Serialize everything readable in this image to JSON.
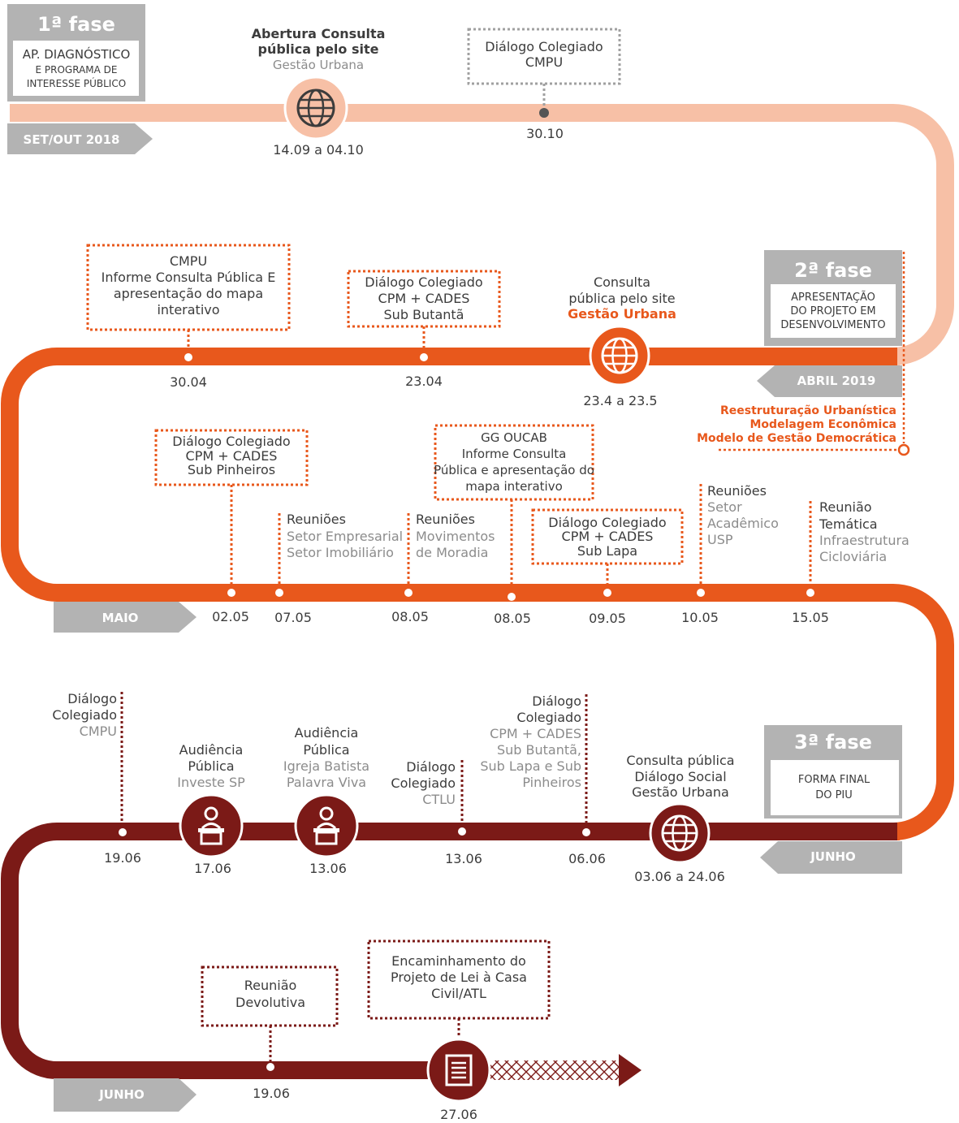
{
  "colors": {
    "phase1": "#f7c0a6",
    "phase2": "#e8581c",
    "phase3": "#7b1a17",
    "gray": "#b3b3b3",
    "text": "#3c3c3c",
    "muted": "#8c8c8c"
  },
  "phase1": {
    "title": "1ª fase",
    "sub1": "AP. DIAGNÓSTICO",
    "sub2": "E PROGRAMA DE",
    "sub3": "INTERESSE PÚBLICO",
    "month": "SET/OUT 2018",
    "ev1": {
      "l1": "Abertura Consulta",
      "l2": "pública pelo site",
      "l3": "Gestão Urbana",
      "date": "14.09 a 04.10",
      "icon": "globe-icon"
    },
    "ev2": {
      "l1": "Diálogo Colegiado",
      "l2": "CMPU",
      "date": "30.10"
    }
  },
  "phase2": {
    "title": "2ª fase",
    "sub1": "APRESENTAÇÃO",
    "sub2": "DO PROJETO EM",
    "sub3": "DESENVOLVIMENTO",
    "month": "ABRIL 2019",
    "notes": [
      "Reestruturação Urbanística",
      "Modelagem Econômica",
      "Modelo de Gestão Democrática"
    ],
    "ev_cmpu": {
      "l1": "CMPU",
      "l2": "Informe Consulta Pública E",
      "l3": "apresentação do mapa",
      "l4": "interativo",
      "date": "30.04"
    },
    "ev_dc": {
      "l1": "Diálogo Colegiado",
      "l2": "CPM + CADES",
      "l3": "Sub Butantã",
      "date": "23.04"
    },
    "ev_site": {
      "l1": "Consulta",
      "l2": "pública pelo site",
      "l3": "Gestão Urbana",
      "date": "23.4 a 23.5",
      "icon": "globe-icon"
    }
  },
  "maio": {
    "month": "MAIO",
    "e0205": {
      "l1": "Diálogo Colegiado",
      "l2": "CPM + CADES",
      "l3": "Sub Pinheiros",
      "date": "02.05"
    },
    "e0705": {
      "l1": "Reuniões",
      "l2": "Setor Empresarial",
      "l3": "Setor Imobiliário",
      "date": "07.05"
    },
    "e0805a": {
      "l1": "Reuniões",
      "l2": "Movimentos",
      "l3": "de Moradia",
      "date": "08.05"
    },
    "e0805b": {
      "l1": "GG OUCAB",
      "l2": "Informe Consulta",
      "l3": "Pública e apresentação do",
      "l4": "mapa interativo",
      "date": "08.05"
    },
    "e0905": {
      "l1": "Diálogo Colegiado",
      "l2": "CPM + CADES",
      "l3": "Sub Lapa",
      "date": "09.05"
    },
    "e1005": {
      "l1": "Reuniões",
      "l2": "Setor",
      "l3": "Acadêmico",
      "l4": "USP",
      "date": "10.05"
    },
    "e1505": {
      "l1": "Reunião",
      "l2": "Temática",
      "l3": "Infraestrutura",
      "l4": "Cicloviária",
      "date": "15.05"
    }
  },
  "phase3": {
    "title": "3ª fase",
    "sub1": "FORMA FINAL",
    "sub2": "DO PIU",
    "month": "JUNHO",
    "e1906": {
      "l1": "Diálogo",
      "l2": "Colegiado",
      "l3": "CMPU",
      "date": "19.06"
    },
    "e1706": {
      "l1": "Audiência",
      "l2": "Pública",
      "l3": "Investe SP",
      "date": "17.06",
      "icon": "speaker-podium-icon"
    },
    "e1306a": {
      "l1": "Audiência",
      "l2": "Pública",
      "l3": "Igreja Batista",
      "l4": "Palavra Viva",
      "date": "13.06",
      "icon": "speaker-podium-icon"
    },
    "e1306b": {
      "l1": "Diálogo",
      "l2": "Colegiado",
      "l3": "CTLU",
      "date": "13.06"
    },
    "e0606": {
      "l1": "Diálogo",
      "l2": "Colegiado",
      "l3": "CPM  + CADES",
      "l4": "Sub Butantã,",
      "l5": "Sub Lapa e Sub",
      "l6": "Pinheiros",
      "date": "06.06"
    },
    "e0306": {
      "l1": "Consulta pública",
      "l2": "Diálogo Social",
      "l3": "Gestão Urbana",
      "date": "03.06 a 24.06",
      "icon": "globe-icon"
    }
  },
  "final": {
    "month": "JUNHO",
    "e1906": {
      "l1": "Reunião",
      "l2": "Devolutiva",
      "date": "19.06"
    },
    "e2706": {
      "l1": "Encaminhamento do",
      "l2": "Projeto de Lei à Casa",
      "l3": "Civil/ATL",
      "date": "27.06",
      "icon": "document-icon"
    }
  }
}
